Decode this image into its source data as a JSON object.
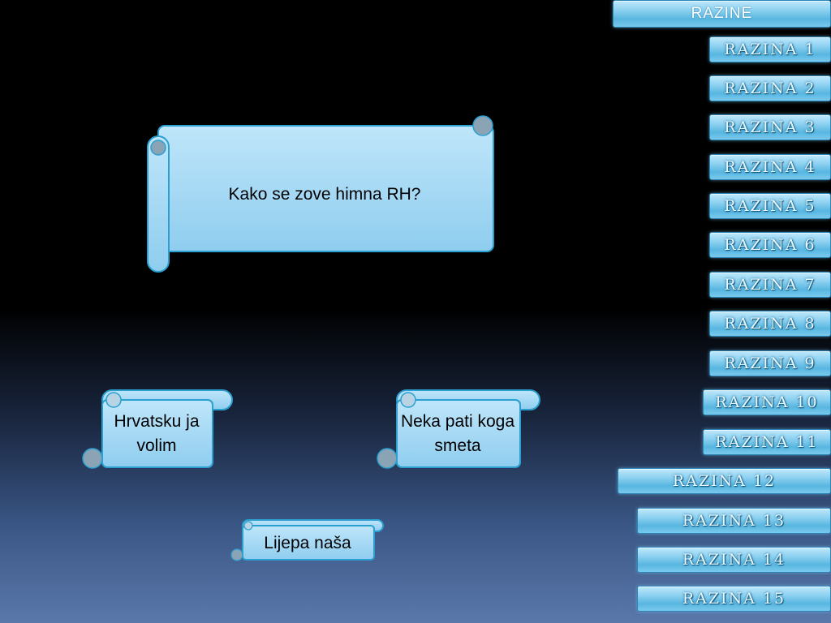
{
  "levels": {
    "header": "RAZINE",
    "items": [
      "RAZINA 1",
      "RAZINA 2",
      "RAZINA 3",
      "RAZINA 4",
      "RAZINA 5",
      "RAZINA 6",
      "RAZINA 7",
      "RAZINA 8",
      "RAZINA 9",
      "RAZINA 10",
      "RAZINA 11",
      "RAZINA 12",
      "RAZINA  13",
      "RAZINA  14",
      "RAZINA  15"
    ]
  },
  "question": "Kako se zove himna RH?",
  "answers": {
    "a": "Hrvatsku ja volim",
    "b": "Neka pati koga smeta",
    "c": "Lijepa naša"
  },
  "colors": {
    "scroll_fill": "#a9dcf5",
    "scroll_border": "#2a9fd0",
    "accent": "#58b6e0"
  }
}
